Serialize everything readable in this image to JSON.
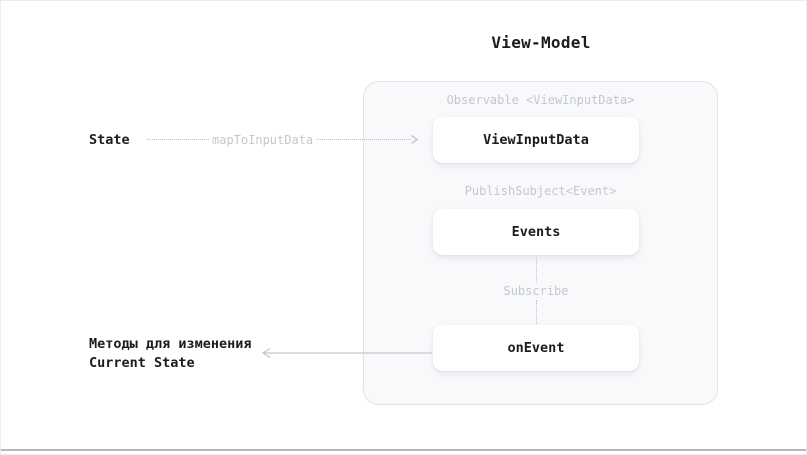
{
  "title": "View-Model",
  "left_panel": {
    "state_label": "State",
    "map_arrow_label": "mapToInputData",
    "methods_line1": "Методы для изменения",
    "methods_line2": "Current State"
  },
  "view_model": {
    "observable_caption": "Observable <ViewInputData>",
    "view_input_data_label": "ViewInputData",
    "publish_subject_caption": "PublishSubject<Event>",
    "events_label": "Events",
    "subscribe_label": "Subscribe",
    "on_event_label": "onEvent"
  },
  "colors": {
    "text": "#1b1c1f",
    "muted_label": "#c5c7ce",
    "line": "#bfc1c8",
    "container_bg": "#f8f9fb",
    "container_border": "#e3e4e9",
    "node_bg": "#ffffff",
    "slide_bottom_edge": "#b6b8be"
  }
}
